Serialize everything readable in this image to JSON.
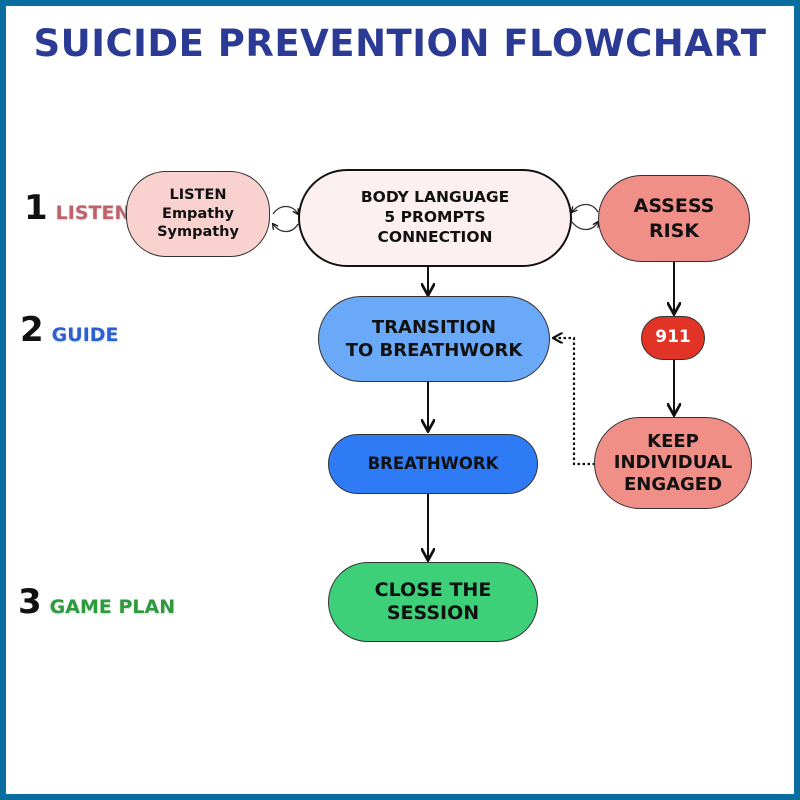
{
  "title": "SUICIDE PREVENTION FLOWCHART",
  "colors": {
    "frame": "#0a6fa0",
    "title": "#2b3a94",
    "listen_label": "#c0606a",
    "guide_label": "#2a5fd4",
    "gameplan_label": "#2e9a3c",
    "listen_node": "#f9d2d0",
    "body_language_node": "#fdf0f0",
    "assess_risk_node": "#ef8f88",
    "emergency_node": "#e13326",
    "keep_engaged_node": "#ef8f88",
    "transition_node": "#6aa9f7",
    "breathwork_node": "#2f7af5",
    "close_node": "#3ecf79"
  },
  "steps": [
    {
      "number": "1",
      "label": "LISTEN"
    },
    {
      "number": "2",
      "label": "GUIDE"
    },
    {
      "number": "3",
      "label": "GAME PLAN"
    }
  ],
  "nodes": {
    "listen": {
      "lines": [
        "LISTEN",
        "Empathy",
        "Sympathy"
      ]
    },
    "body_language": {
      "lines": [
        "BODY LANGUAGE",
        "5 PROMPTS",
        "CONNECTION"
      ]
    },
    "assess_risk": {
      "lines": [
        "ASSESS",
        "RISK"
      ]
    },
    "emergency": {
      "lines": [
        "911"
      ]
    },
    "keep_engaged": {
      "lines": [
        "KEEP",
        "INDIVIDUAL",
        "ENGAGED"
      ]
    },
    "transition": {
      "lines": [
        "TRANSITION",
        "TO BREATHWORK"
      ]
    },
    "breathwork": {
      "lines": [
        "BREATHWORK"
      ]
    },
    "close": {
      "lines": [
        "CLOSE THE",
        "SESSION"
      ]
    }
  },
  "edges": [
    {
      "from": "listen",
      "to": "body_language",
      "style": "bidirectional-cycle"
    },
    {
      "from": "body_language",
      "to": "assess_risk",
      "style": "bidirectional-cycle"
    },
    {
      "from": "body_language",
      "to": "transition",
      "style": "solid"
    },
    {
      "from": "assess_risk",
      "to": "emergency",
      "style": "solid"
    },
    {
      "from": "emergency",
      "to": "keep_engaged",
      "style": "solid"
    },
    {
      "from": "keep_engaged",
      "to": "transition",
      "style": "dotted"
    },
    {
      "from": "transition",
      "to": "breathwork",
      "style": "solid"
    },
    {
      "from": "breathwork",
      "to": "close",
      "style": "solid"
    }
  ]
}
